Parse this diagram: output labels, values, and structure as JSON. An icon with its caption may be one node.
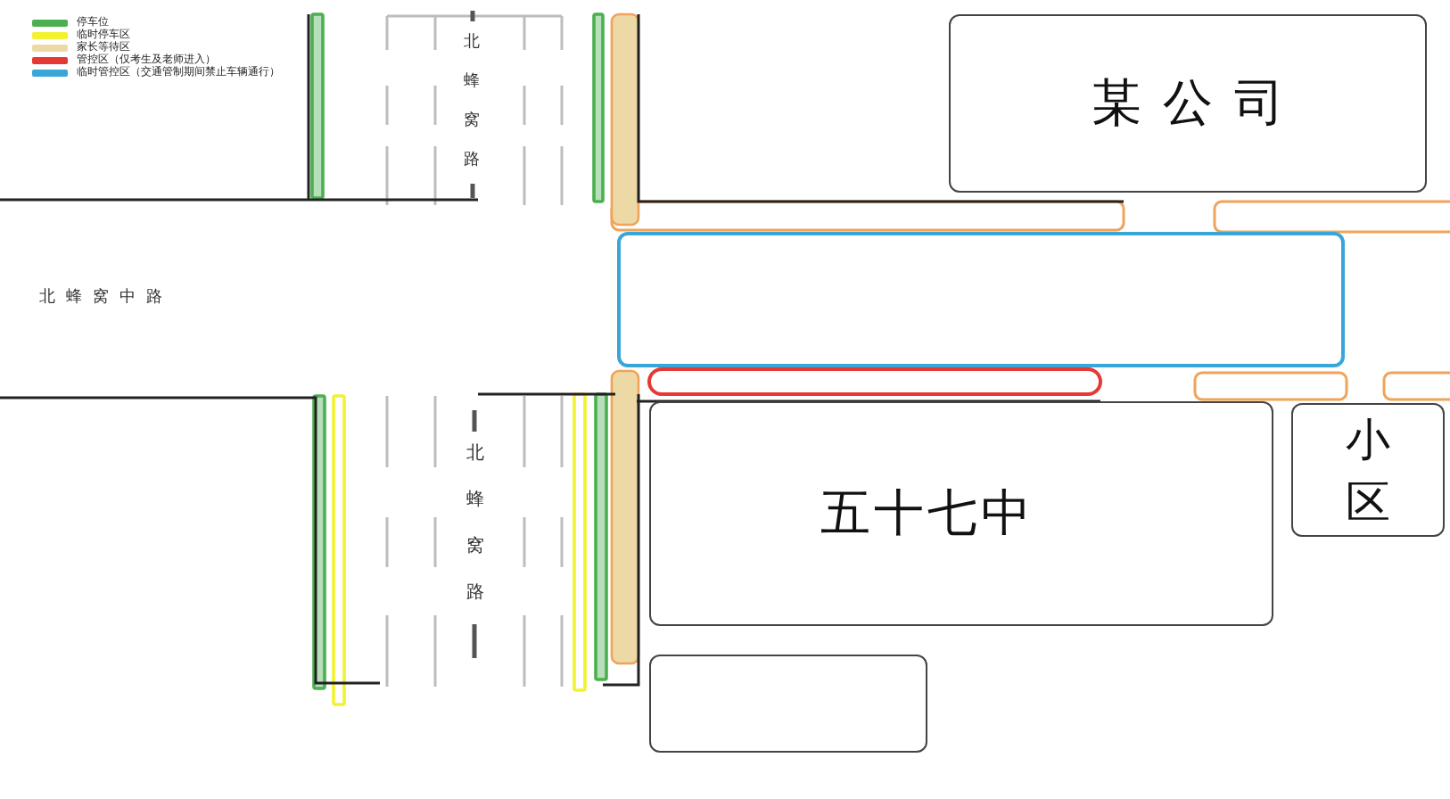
{
  "diagram": {
    "nodes": [
      {
        "text": [
          "某公司"
        ]
      },
      {
        "text": [
          "五十七中"
        ]
      },
      {
        "text": [
          "小区"
        ]
      },
      {
        "text": [],
        "shape": "box"
      }
    ],
    "labels": [
      "北蜂窝路",
      "北蜂窝中路",
      "北蜂窝路"
    ],
    "legend": [
      {
        "text": "停车位",
        "color": "#4caf50"
      },
      {
        "text": "临时停车区",
        "color": "#f2f230"
      },
      {
        "text": "家长等待区",
        "color": "#ecd9a6"
      },
      {
        "text": "管控区（仅考生及老师进入）",
        "color": "#e53935"
      },
      {
        "text": "临时管控区（交通管制期间禁止车辆通行）",
        "color": "#3aa6d8"
      }
    ]
  }
}
